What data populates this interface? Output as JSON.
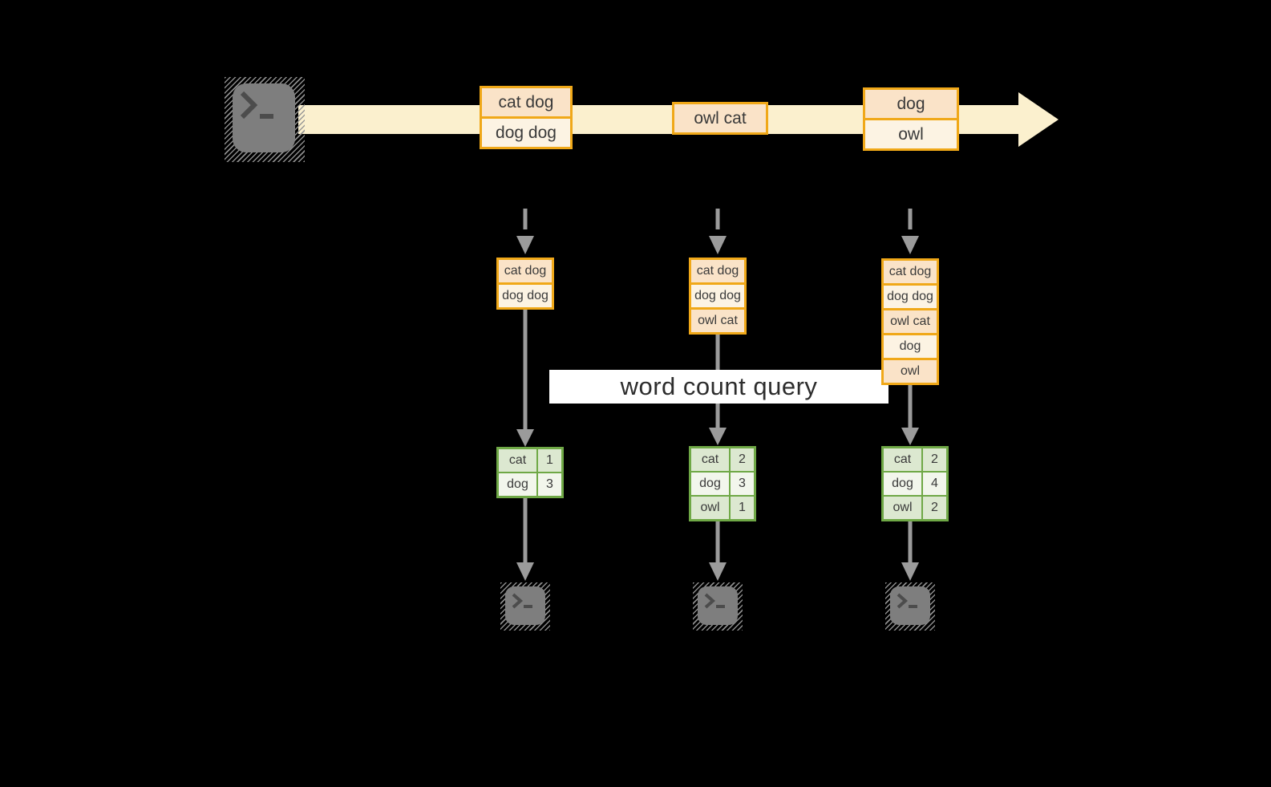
{
  "diagram": {
    "query_label": "word count query",
    "colors": {
      "gold": "#f0a818",
      "peach": "#fae3c8",
      "cream_light": "#fcf3e3",
      "band": "#fbf0ce",
      "green_border": "#6fa846",
      "green_row_a": "#dce8d0",
      "green_row_b": "#f2f6ec",
      "arrow_gray": "#9b9b9b",
      "icon_gray": "#7e7e7e",
      "glyph_dark": "#4c4c4c",
      "text_dark": "#3a3a3a",
      "query_bg": "#ffffff",
      "bg": "#000000"
    },
    "source_icon": "terminal-icon",
    "sink_icon": "terminal-icon",
    "stream_boxes": [
      {
        "rows": [
          "cat dog",
          "dog dog"
        ]
      },
      {
        "rows": [
          "owl cat"
        ]
      },
      {
        "rows": [
          "dog",
          "owl"
        ]
      }
    ],
    "columns": [
      {
        "buffer": {
          "rows": [
            "cat dog",
            "dog dog"
          ]
        },
        "counts": [
          {
            "word": "cat",
            "count": "1"
          },
          {
            "word": "dog",
            "count": "3"
          }
        ]
      },
      {
        "buffer": {
          "rows": [
            "cat dog",
            "dog dog",
            "owl cat"
          ]
        },
        "counts": [
          {
            "word": "cat",
            "count": "2"
          },
          {
            "word": "dog",
            "count": "3"
          },
          {
            "word": "owl",
            "count": "1"
          }
        ]
      },
      {
        "buffer": {
          "rows": [
            "cat dog",
            "dog dog",
            "owl cat",
            "dog",
            "owl"
          ]
        },
        "counts": [
          {
            "word": "cat",
            "count": "2"
          },
          {
            "word": "dog",
            "count": "4"
          },
          {
            "word": "owl",
            "count": "2"
          }
        ]
      }
    ]
  }
}
